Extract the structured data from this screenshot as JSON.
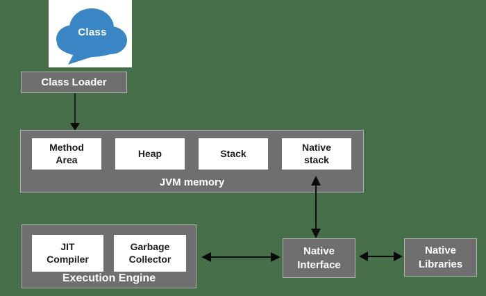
{
  "diagram": {
    "cloud": {
      "label": "Class"
    },
    "class_loader": {
      "label": "Class Loader"
    },
    "jvm_memory": {
      "label": "JVM memory",
      "components": [
        {
          "label": "Method Area"
        },
        {
          "label": "Heap"
        },
        {
          "label": "Stack"
        },
        {
          "label": "Native stack"
        }
      ]
    },
    "execution_engine": {
      "label": "Execution Engine",
      "components": [
        {
          "label": "JIT Compiler"
        },
        {
          "label": "Garbage Collector"
        }
      ]
    },
    "native_interface": {
      "label": "Native Interface"
    },
    "native_libraries": {
      "label": "Native Libraries"
    },
    "arrows": [
      {
        "from": "Class Loader",
        "to": "JVM memory",
        "type": "single"
      },
      {
        "from": "Native stack",
        "to": "Native Interface",
        "type": "double"
      },
      {
        "from": "Execution Engine",
        "to": "Native Interface",
        "type": "double"
      },
      {
        "from": "Native Interface",
        "to": "Native Libraries",
        "type": "double"
      }
    ],
    "colors": {
      "background": "#47704a",
      "container_gray": "#6f6f6f",
      "container_border": "#b3b3b3",
      "component_white": "#ffffff",
      "cloud_blue": "#3b87c6",
      "arrow_black": "#0b0b0b",
      "text_dark": "#1b1b1b",
      "text_light": "#ffffff"
    }
  }
}
